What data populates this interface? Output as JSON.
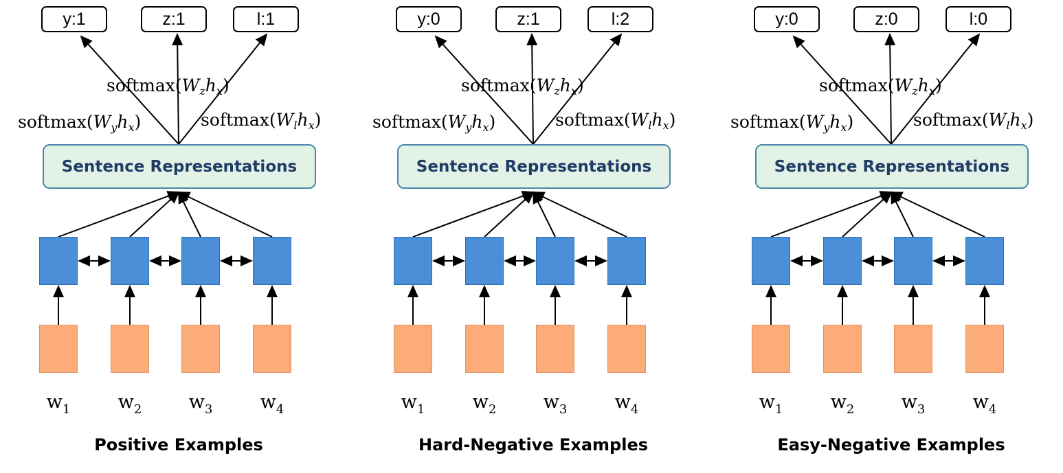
{
  "panels": [
    {
      "labels": [
        "y:1",
        "z:1",
        "l:1"
      ],
      "caption": "Positive Examples"
    },
    {
      "labels": [
        "y:0",
        "z:1",
        "l:2"
      ],
      "caption": "Hard-Negative Examples"
    },
    {
      "labels": [
        "y:0",
        "z:0",
        "l:0"
      ],
      "caption": "Easy-Negative Examples"
    }
  ],
  "softmax": {
    "fn": "softmax",
    "y": {
      "w": "W",
      "w_sub": "y",
      "h": "h",
      "h_sub": "x"
    },
    "z": {
      "w": "W",
      "w_sub": "z",
      "h": "h",
      "h_sub": "x"
    },
    "l": {
      "w": "W",
      "w_sub": "l",
      "h": "h",
      "h_sub": "x"
    }
  },
  "sentence_box": "Sentence Representations",
  "words": [
    {
      "base": "w",
      "sub": "1"
    },
    {
      "base": "w",
      "sub": "2"
    },
    {
      "base": "w",
      "sub": "3"
    },
    {
      "base": "w",
      "sub": "4"
    }
  ],
  "colors": {
    "encoder": "#4a8fd8",
    "embedding": "#fcac79",
    "sentence_fill": "#e3f2e6",
    "sentence_border": "#4a86a8",
    "sentence_text": "#1f3b66"
  }
}
